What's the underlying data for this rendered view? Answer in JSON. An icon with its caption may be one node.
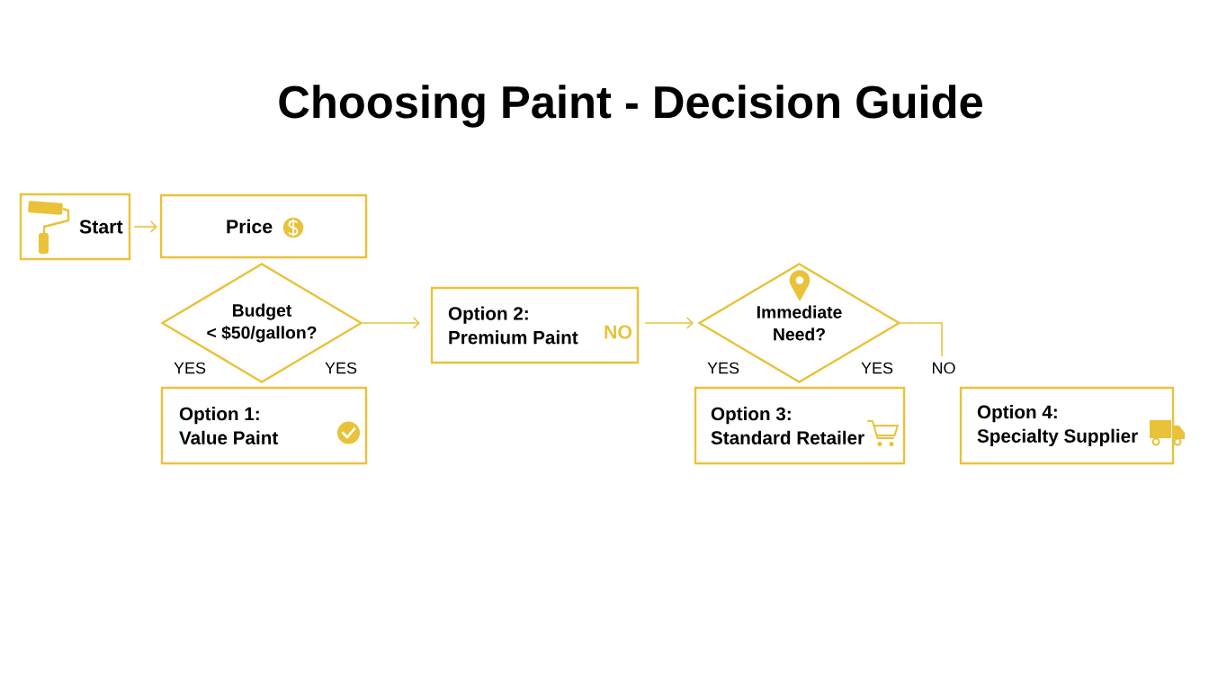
{
  "diagram": {
    "title": "Choosing Paint - Decision Guide",
    "nodes": [
      {
        "text": [
          "Start"
        ]
      },
      {
        "text": [
          "Price"
        ]
      },
      {
        "text": [
          "Budget < $50/gallon?"
        ]
      },
      {
        "text": [
          "Option 1: Value Paint"
        ]
      },
      {
        "text": [
          "Option 2: Premium Paint",
          "NO"
        ]
      },
      {
        "text": [
          "Immediate Need?"
        ]
      },
      {
        "text": [
          "Option 3: Standard Retailer"
        ]
      },
      {
        "text": [
          "Option 4: Specialty Supplier"
        ]
      }
    ],
    "edges": [
      {
        "from": 0,
        "to": 1,
        "arrow": "to"
      },
      {
        "from": 2,
        "to": 4,
        "arrow": "to"
      },
      {
        "from": 4,
        "to": 5,
        "arrow": "to"
      },
      {
        "from": 5,
        "to": null,
        "arrow": "none",
        "label": "NO"
      }
    ],
    "labels": [
      "YES",
      "YES",
      "YES",
      "YES"
    ]
  }
}
